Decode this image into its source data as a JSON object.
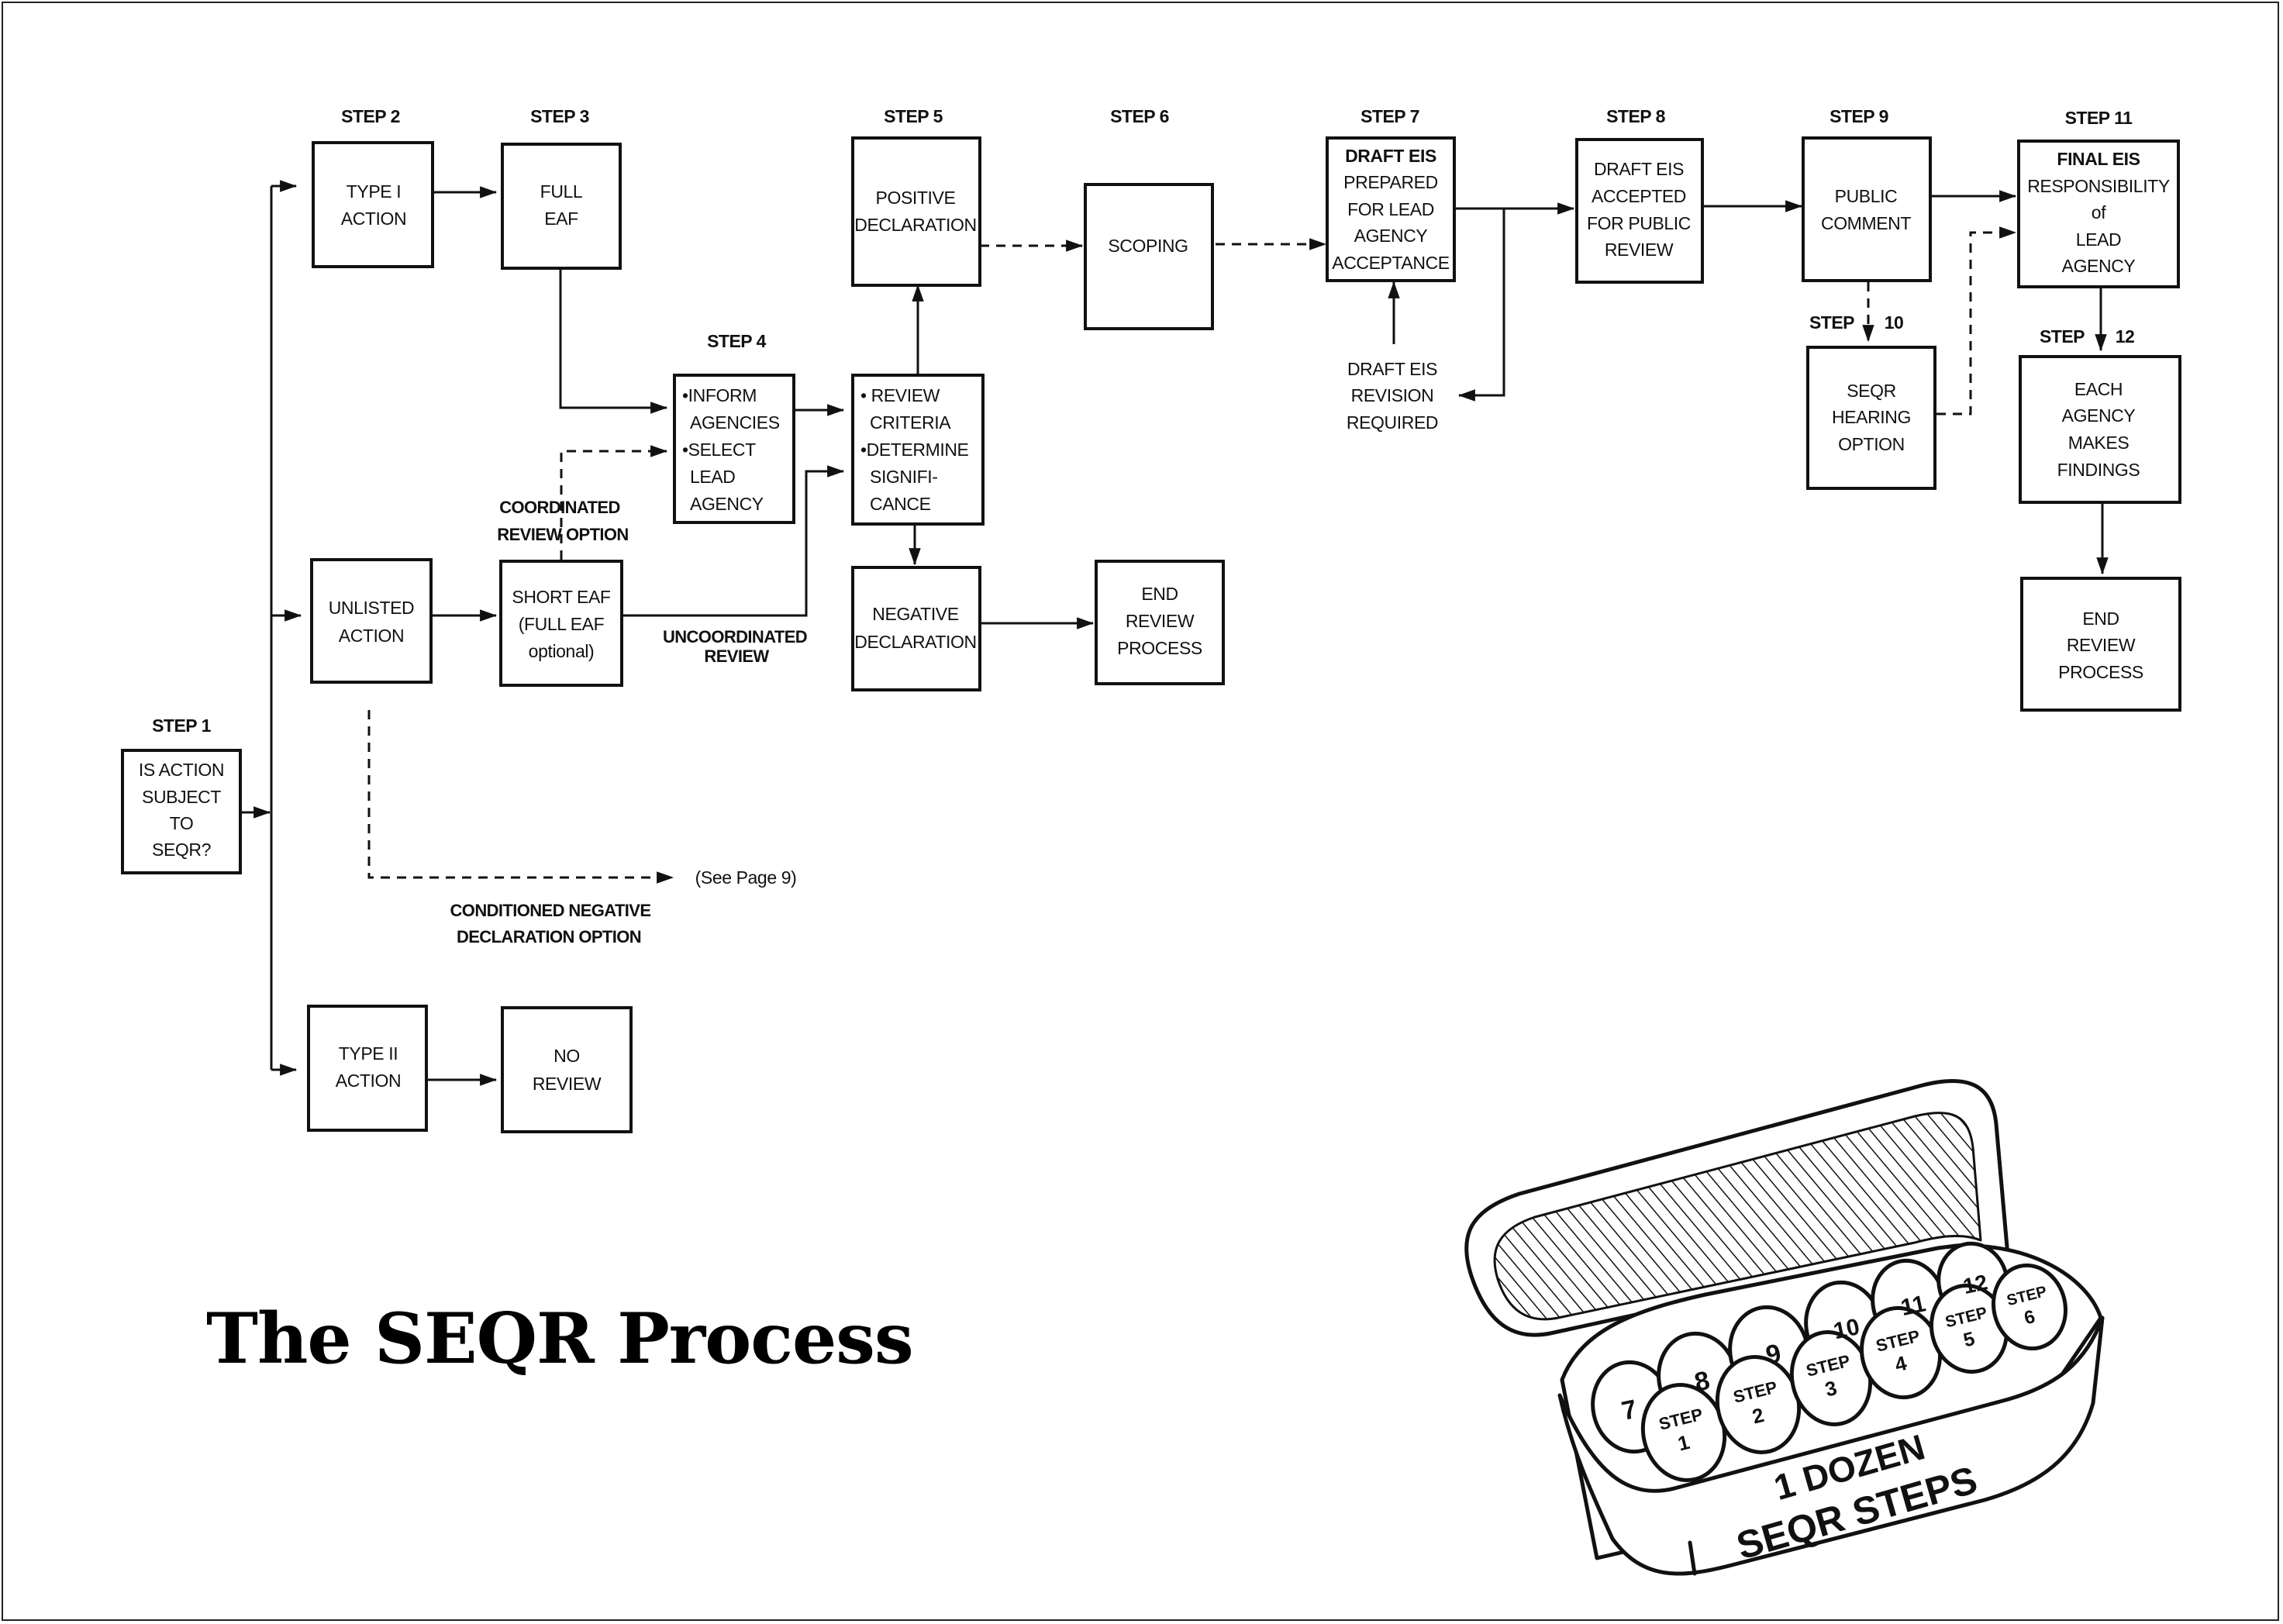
{
  "title": "The SEQR Process",
  "steps": {
    "s1": "STEP 1",
    "s2": "STEP 2",
    "s3": "STEP 3",
    "s4": "STEP 4",
    "s5": "STEP 5",
    "s6": "STEP 6",
    "s7": "STEP 7",
    "s8": "STEP 8",
    "s9": "STEP 9",
    "s10a": "STEP",
    "s10b": "10",
    "s11": "STEP 11",
    "s12a": "STEP",
    "s12b": "12"
  },
  "boxes": {
    "step1": [
      "IS ACTION",
      "SUBJECT",
      "TO",
      "SEQR?"
    ],
    "type1": [
      "TYPE I",
      "ACTION"
    ],
    "full_eaf": [
      "FULL",
      "EAF"
    ],
    "unlisted": [
      "UNLISTED",
      "ACTION"
    ],
    "short_eaf": [
      "SHORT EAF",
      "(FULL EAF",
      "optional)"
    ],
    "type2": [
      "TYPE II",
      "ACTION"
    ],
    "no_review": [
      "NO",
      "REVIEW"
    ],
    "step4": [
      "•INFORM",
      "AGENCIES",
      "•SELECT",
      "LEAD",
      "AGENCY"
    ],
    "review": [
      "• REVIEW",
      "CRITERIA",
      "•DETERMINE",
      "SIGNIFI-",
      "CANCE"
    ],
    "positive": [
      "POSITIVE",
      "DECLARATION"
    ],
    "negative": [
      "NEGATIVE",
      "DECLARATION"
    ],
    "end_review_1": [
      "END",
      "REVIEW",
      "PROCESS"
    ],
    "scoping": [
      "SCOPING"
    ],
    "draft_eis": [
      "DRAFT EIS",
      "PREPARED",
      "FOR LEAD",
      "AGENCY",
      "ACCEPTANCE"
    ],
    "draft_revision": [
      "DRAFT EIS",
      "REVISION",
      "REQUIRED"
    ],
    "draft_accepted": [
      "DRAFT EIS",
      "ACCEPTED",
      "FOR PUBLIC",
      "REVIEW"
    ],
    "public_comment": [
      "PUBLIC",
      "COMMENT"
    ],
    "hearing": [
      "SEQR",
      "HEARING",
      "OPTION"
    ],
    "final_eis": [
      "FINAL EIS",
      "RESPONSIBILITY",
      "of",
      "LEAD",
      "AGENCY"
    ],
    "findings": [
      "EACH",
      "AGENCY",
      "MAKES",
      "FINDINGS"
    ],
    "end_review_2": [
      "END",
      "REVIEW",
      "PROCESS"
    ]
  },
  "notes": {
    "coordinated": [
      "COORDINATED",
      "REVIEW OPTION"
    ],
    "uncoordinated": [
      "UNCOORDINATED",
      "REVIEW"
    ],
    "conditioned": [
      "CONDITIONED NEGATIVE",
      "DECLARATION OPTION"
    ],
    "see_page": "(See Page 9)"
  },
  "illustration": {
    "carton_label_1": "1 DOZEN",
    "carton_label_2": "SEQR STEPS",
    "eggs_back": [
      "7",
      "8",
      "9",
      "10",
      "11",
      "12"
    ],
    "eggs_front": [
      [
        "STEP",
        "1"
      ],
      [
        "STEP",
        "2"
      ],
      [
        "STEP",
        "3"
      ],
      [
        "STEP",
        "4"
      ],
      [
        "STEP",
        "5"
      ],
      [
        "STEP",
        "6"
      ]
    ]
  }
}
